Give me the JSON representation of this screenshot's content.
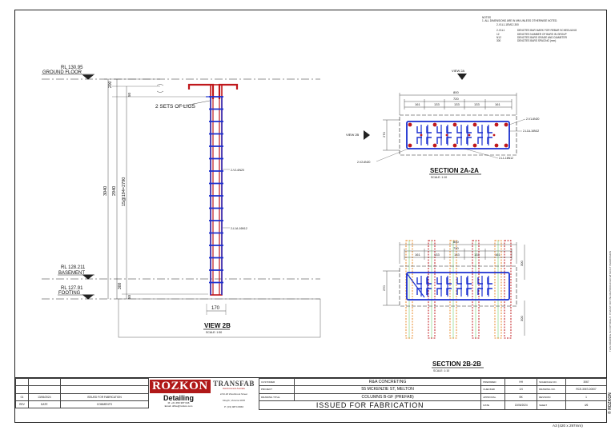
{
  "notes": {
    "title": "NOTES",
    "line1": "1. ALL DIMENSIONS ARE IN MM UNLESS OTHERWISE NOTED.",
    "example": "2-V1L1-1EM12-300",
    "legend": [
      {
        "key": "2-V1L1",
        "desc": "DENOTES BAR MARK FOR REBAR SCHEDULING"
      },
      {
        "key": "12",
        "desc": "DENOTES NUMBER OF BARS IN GROUP"
      },
      {
        "key": "N12",
        "desc": "DENOTES BARS GRADE AND DIAMETER"
      },
      {
        "key": "300",
        "desc": "DENOTES BARS SPACING (mm)"
      }
    ]
  },
  "elevation": {
    "rl_top": "RL 130.95",
    "ground_floor": "GROUND FLOOR",
    "rl_basement": "RL 128.211",
    "basement": "BASEMENT",
    "rl_footing": "RL 127.91",
    "footing": "FOOTING",
    "dim_200": "200",
    "dim_3040": "3040",
    "dim_2940": "2940",
    "dim_spacing": "15@194=2790",
    "dim_300": "300",
    "dim_170": "170",
    "dim_50a": "50",
    "dim_50b": "50",
    "label_ligs": "2 SETS OF LIGS",
    "label_v1": "2-V1-6N20",
    "label_l1": "2-L1A-16N12",
    "view_title": "VIEW 2B",
    "view_scale": "SCALE: 1:50"
  },
  "section_a": {
    "view_mark": "VIEW 2A",
    "view_left": "VIEW 2B",
    "dim_overall": "800",
    "dim_inner": "720",
    "dims": [
      "161",
      "133",
      "133",
      "133",
      "161"
    ],
    "dim_side": "270",
    "label_v1": "2-V1-6N20",
    "label_l1a": "2-L1A-16N12",
    "label_v2": "2-V2-6N20",
    "label_l1b": "2-L1-16N12",
    "title": "SECTION 2A-2A",
    "scale": "SCALE: 1:10"
  },
  "section_b": {
    "dim_overall": "800",
    "dim_inner": "720",
    "dims": [
      "161",
      "133",
      "133",
      "133",
      "161"
    ],
    "dim_side": "270",
    "dim_r1": "300",
    "dim_r2": "300",
    "title": "SECTION 2B-2B",
    "scale": "SCALE: 1:10"
  },
  "revisions": [
    {
      "rev": "",
      "date": "",
      "comment": ""
    },
    {
      "rev": "",
      "date": "",
      "comment": ""
    },
    {
      "rev": "01",
      "date": "13/06/2024",
      "comment": "ISSUED FOR FABRICATION"
    },
    {
      "rev": "REV",
      "date": "DATE",
      "comment": "COMMENTS"
    }
  ],
  "rozkon": {
    "name": "ROZKON",
    "detailing": "Detailing",
    "mobile": "M: +61 450 387 646",
    "email": "Email: office@rozkon.com"
  },
  "transfab": {
    "name": "TRANSFAB",
    "tagline": "Reinforcement Australia",
    "addr1": "2/10-18 Westbrook Street",
    "addr2": "Kilsyth, Victoria 3978",
    "phone": "P: (03) 9874 8066"
  },
  "titleblock": {
    "customer_label": "CUSTOMER",
    "customer": "R&A CONCRETING",
    "project_label": "PROJECT",
    "project": "55 MCKENZIE ST, MELTON",
    "drawing_label": "DRAWING TITLE",
    "drawing": "COLUMNS B-GF (PREFAB)",
    "status": "ISSUED FOR FABRICATION",
    "prepared_label": "PREPARED",
    "prepared": "HH",
    "checked_label": "CHECKED",
    "checked": "LN",
    "approval_label": "APPROVAL",
    "approval": "BK",
    "date_label": "DATE",
    "date": "13/06/2024",
    "schedule_label": "SCHEDULE NO.",
    "schedule": "3067",
    "drawing_no_label": "DRAWING NO.",
    "drawing_no": "RCE-3067-D0007",
    "revision_label": "REVISION",
    "revision": "1",
    "sheet_label": "SHEET",
    "sheet": "4/6"
  },
  "side_text": "THIS DRAWING IS COPYRIGHT. IT MUST NOT BE REPRODUCED WITHOUT PERMISSION",
  "side_brand": "© ROZKON",
  "sheet_size": "A3 (420 x 297mm)",
  "colors": {
    "red": "#c0181c",
    "blue": "#1a2fd0",
    "orange": "#e88a2a",
    "green": "#6fd16f"
  }
}
